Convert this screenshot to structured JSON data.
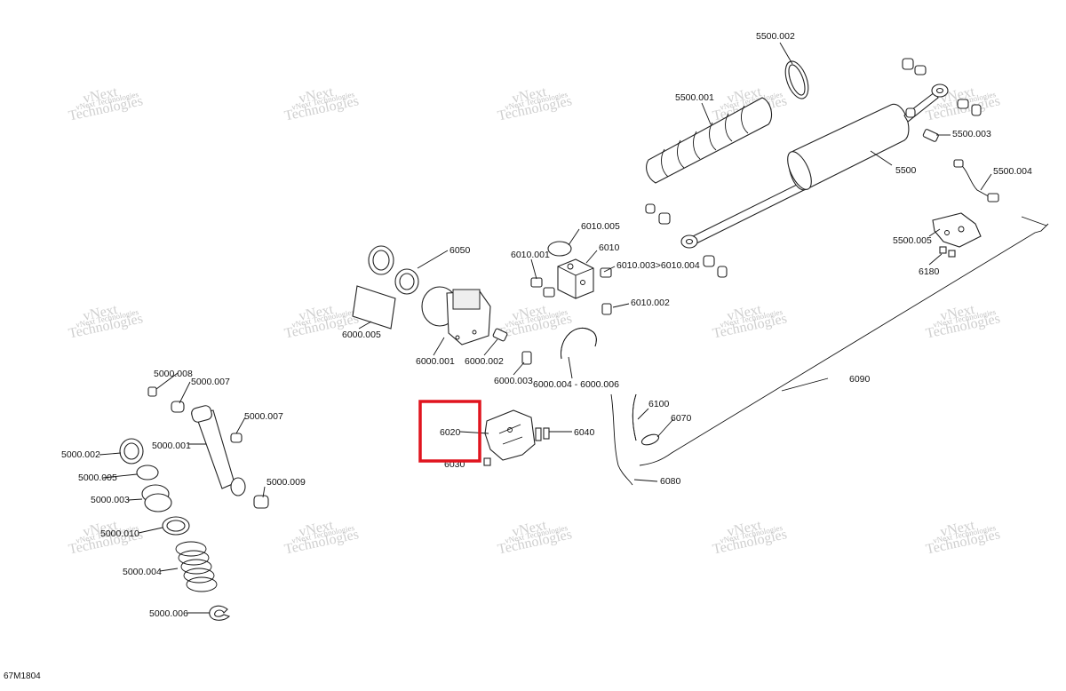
{
  "diagram": {
    "document_id": "67M1804",
    "watermark": {
      "line1": "vNext",
      "line2": "Technologies",
      "line3": "vNext Technologies"
    },
    "highlight": {
      "color": "#e0141e",
      "target": "6020"
    },
    "labels": {
      "p5500_002": "5500.002",
      "p5500_001": "5500.001",
      "p5500_003": "5500.003",
      "p5500": "5500",
      "p5500_004": "5500.004",
      "p6010_005": "6010.005",
      "p6010": "6010",
      "p6010_001": "6010.001",
      "p6010_003_004": "6010.003>6010.004",
      "p6010_002": "6010.002",
      "p6050": "6050",
      "p6000_005": "6000.005",
      "p6000_001": "6000.001",
      "p6000_002": "6000.002",
      "p6000_003": "6000.003",
      "p6000_004_006": "6000.004 - 6000.006",
      "p5500_005": "5500.005",
      "p6180": "6180",
      "p6090": "6090",
      "p6100": "6100",
      "p6070": "6070",
      "p6080": "6080",
      "p6020": "6020",
      "p6030": "6030",
      "p6040": "6040",
      "p5000_008": "5000.008",
      "p5000_007a": "5000.007",
      "p5000_007b": "5000.007",
      "p5000_001": "5000.001",
      "p5000_002": "5000.002",
      "p5000_005": "5000.005",
      "p5000_003": "5000.003",
      "p5000_010": "5000.010",
      "p5000_009": "5000.009",
      "p5000_004": "5000.004",
      "p5000_006": "5000.006"
    }
  }
}
